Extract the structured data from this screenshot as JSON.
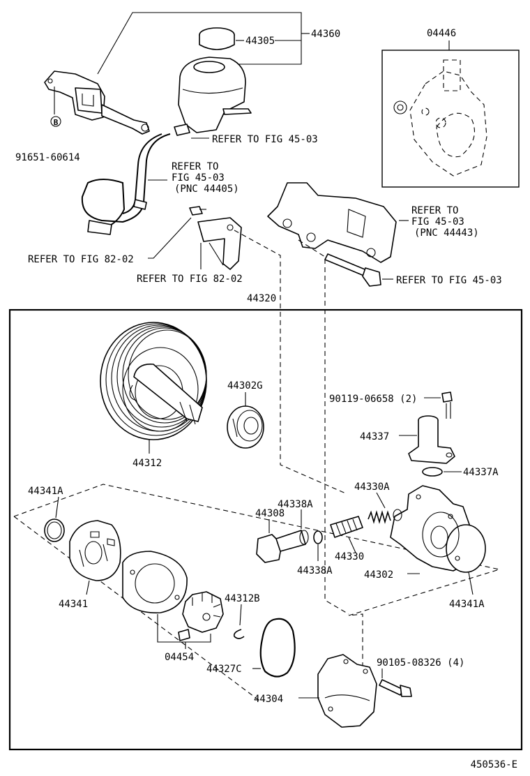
{
  "diagram": {
    "footer_code": "450536-E",
    "labels": {
      "cap_44305": "44305",
      "reservoir_44360": "44360",
      "inset_04446": "04446",
      "bolt_91651": "91651-60614",
      "marker_b": "B",
      "ref_45_03_reservoir": "REFER TO FIG 45-03",
      "ref_hose_line1": "REFER TO",
      "ref_hose_line2": "FIG 45-03",
      "ref_hose_line3": "(PNC 44405)",
      "ref_bracket_line1": "REFER TO",
      "ref_bracket_line2": "FIG 45-03",
      "ref_bracket_line3": "(PNC 44443)",
      "ref_82_02_bolt": "REFER TO FIG 82-02",
      "ref_82_02_clip": "REFER TO FIG 82-02",
      "ref_45_03_bolt": "REFER TO FIG 45-03",
      "assembly_44320": "44320",
      "pulley_44312": "44312",
      "bearing_44302g": "44302G",
      "bolt_90119": "90119-06658 (2)",
      "union_44337": "44337",
      "oring_44337a": "44337A",
      "spring_44330a": "44330A",
      "plug_44308": "44308",
      "oring_44338a_top": "44338A",
      "valve_44330": "44330",
      "oring_44338a_bottom": "44338A",
      "housing_44302": "44302",
      "oring_44341a_left": "44341A",
      "oring_44341a_right": "44341A",
      "plate_44341": "44341",
      "kit_04454": "04454",
      "ring_44312b": "44312B",
      "gasket_44327c": "44327C",
      "bolt_90105": "90105-08326 (4)",
      "cover_44304": "44304"
    }
  }
}
